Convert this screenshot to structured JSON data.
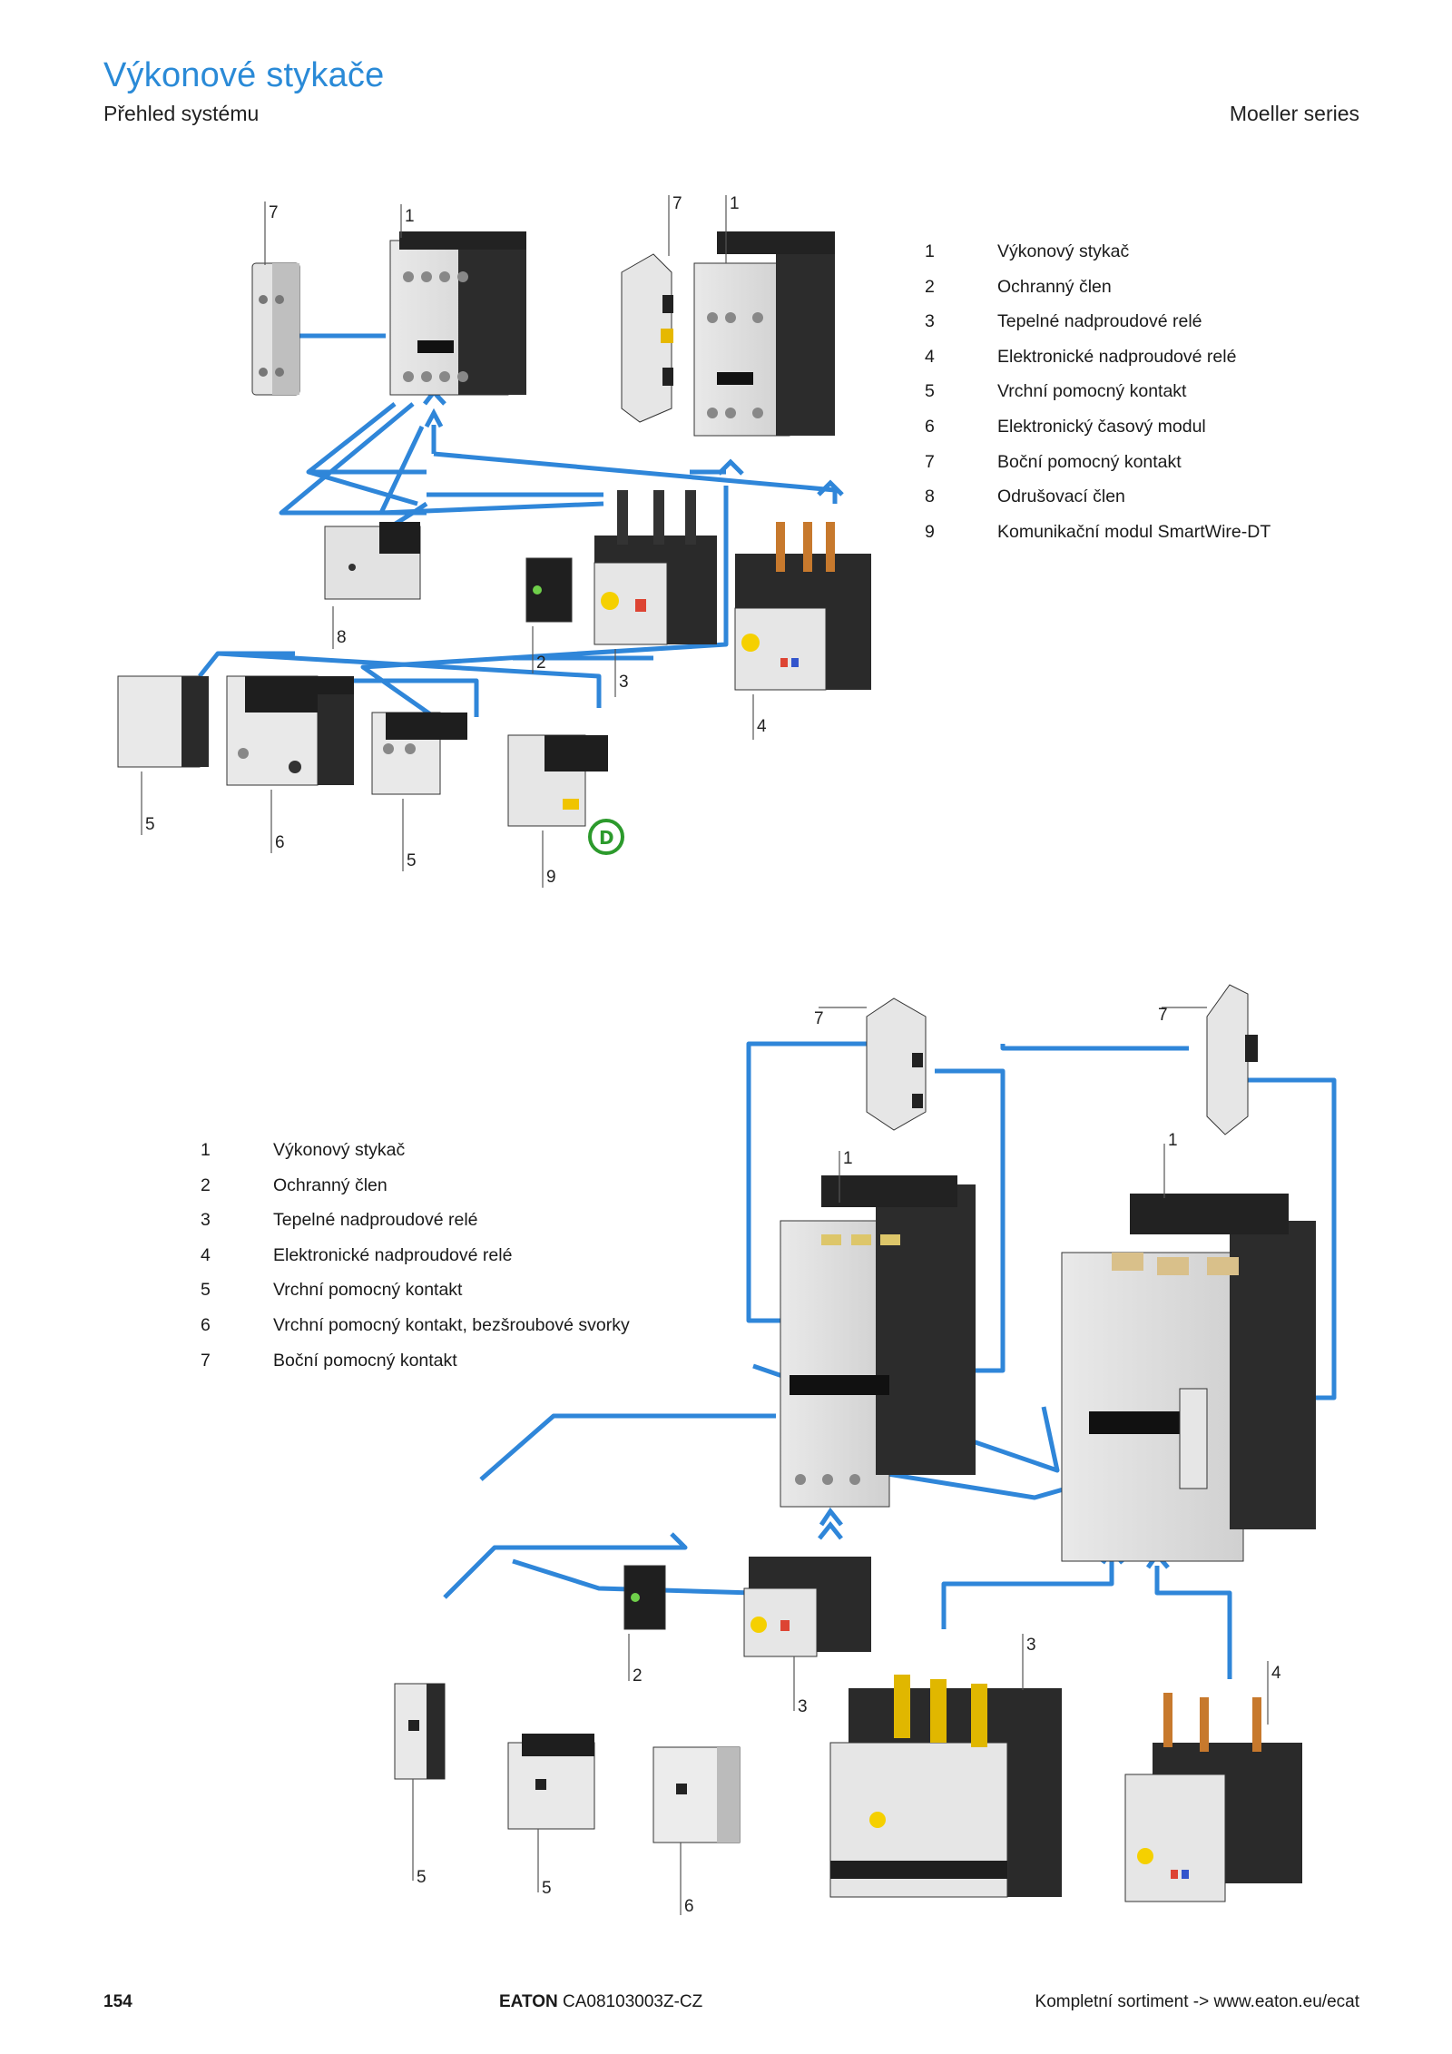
{
  "header": {
    "title": "Výkonové stykače",
    "subtitle": "Přehled systému",
    "series": "Moeller series"
  },
  "legend_top": [
    {
      "num": "1",
      "text": "Výkonový stykač"
    },
    {
      "num": "2",
      "text": "Ochranný člen"
    },
    {
      "num": "3",
      "text": "Tepelné nadproudové relé"
    },
    {
      "num": "4",
      "text": "Elektronické nadproudové relé"
    },
    {
      "num": "5",
      "text": "Vrchní pomocný kontakt"
    },
    {
      "num": "6",
      "text": "Elektronický časový modul"
    },
    {
      "num": "7",
      "text": "Boční pomocný kontakt"
    },
    {
      "num": "8",
      "text": "Odrušovací člen"
    },
    {
      "num": "9",
      "text": "Komunikační modul SmartWire-DT"
    }
  ],
  "legend_bottom": [
    {
      "num": "1",
      "text": "Výkonový stykač"
    },
    {
      "num": "2",
      "text": "Ochranný člen"
    },
    {
      "num": "3",
      "text": "Tepelné nadproudové relé"
    },
    {
      "num": "4",
      "text": "Elektronické nadproudové relé"
    },
    {
      "num": "5",
      "text": "Vrchní pomocný kontakt"
    },
    {
      "num": "6",
      "text": "Vrchní pomocný kontakt, bezšroubové svorky"
    },
    {
      "num": "7",
      "text": "Boční pomocný kontakt"
    }
  ],
  "diagram_labels": {
    "top": [
      "7",
      "1",
      "7",
      "1",
      "8",
      "2",
      "3",
      "4",
      "5",
      "6",
      "5",
      "9"
    ],
    "bottom": [
      "7",
      "7",
      "1",
      "1",
      "2",
      "3",
      "3",
      "4",
      "5",
      "5",
      "6"
    ]
  },
  "footer": {
    "page": "154",
    "brand": "EATON",
    "doc": "CA08103003Z-CZ",
    "link": "Kompletní sortiment -> www.eaton.eu/ecat"
  },
  "colors": {
    "accent": "#2a8ad7",
    "connector": "#2f86d9"
  }
}
